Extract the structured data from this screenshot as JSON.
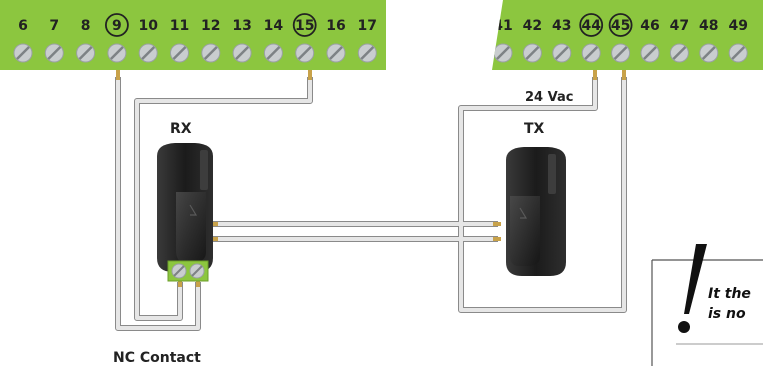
{
  "left_block": {
    "terminals": [
      "6",
      "7",
      "8",
      "9",
      "10",
      "11",
      "12",
      "13",
      "14",
      "15",
      "16",
      "17"
    ],
    "circled": [
      "9",
      "15"
    ]
  },
  "right_block": {
    "terminals": [
      "41",
      "42",
      "43",
      "44",
      "45",
      "46",
      "47",
      "48",
      "49"
    ],
    "circled": [
      "44",
      "45"
    ]
  },
  "labels": {
    "rx": "RX",
    "tx": "TX",
    "supply": "24 Vac",
    "nc_contact": "NC Contact"
  },
  "note": {
    "line1": "It the",
    "line2": "is no",
    "mark": "!"
  },
  "colors": {
    "terminal_block": "#8cc63f",
    "screw": "#c9cdcf",
    "wire": "#dcdcdc",
    "wire_edge": "#8a8a8a",
    "device": "#1f1f1f",
    "text": "#222222"
  }
}
